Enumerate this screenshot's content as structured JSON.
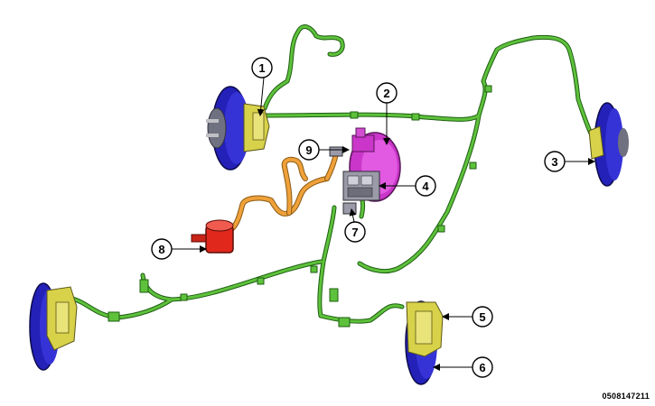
{
  "figure": {
    "id": "0508147211"
  },
  "callouts": [
    {
      "number": "1"
    },
    {
      "number": "2"
    },
    {
      "number": "3"
    },
    {
      "number": "4"
    },
    {
      "number": "5"
    },
    {
      "number": "6"
    },
    {
      "number": "7"
    },
    {
      "number": "8"
    },
    {
      "number": "9"
    }
  ],
  "colors": {
    "brake_lines": "#5ec13b",
    "brake_line_outline": "#1d5e12",
    "rotors": "#2321b8",
    "calipers": "#d8d24a",
    "master_cylinder": "#c936c9",
    "hcu_body": "#9a9aa8",
    "vacuum_pump": "#e0281c",
    "vacuum_lines": "#efa13a"
  }
}
